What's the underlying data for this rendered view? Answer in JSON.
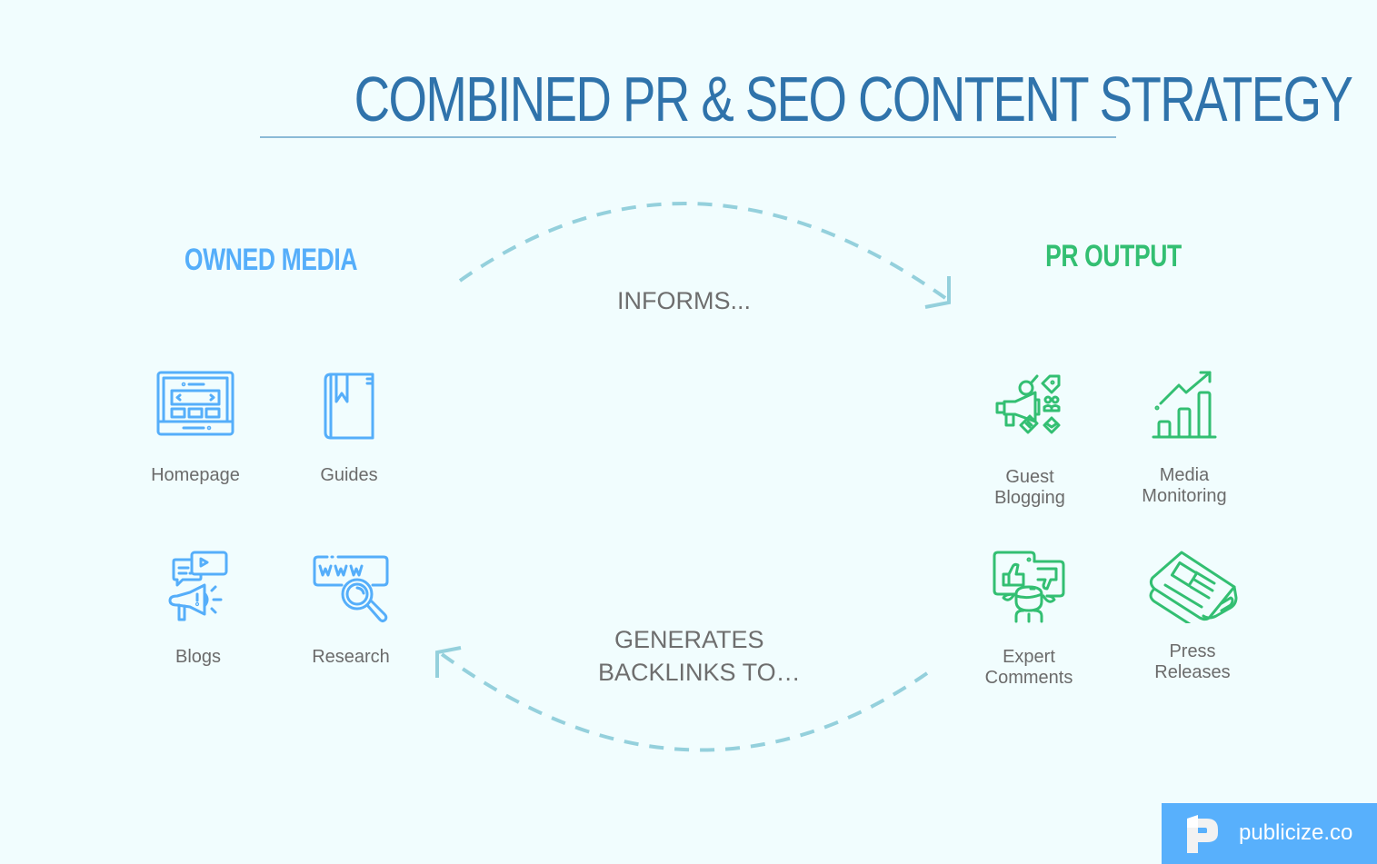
{
  "title": "COMBINED PR & SEO CONTENT STRATEGY",
  "colors": {
    "background": "#f1fdfe",
    "title": "#2f73ab",
    "owned_media": "#55aefa",
    "pr_output": "#33bf72",
    "arrow": "#94d0dc",
    "label_text": "#6e6e6e",
    "logo_bg": "#58b0fc"
  },
  "owned_media": {
    "heading": "OWNED MEDIA",
    "items": [
      {
        "label": "Homepage",
        "icon": "website-layout-icon"
      },
      {
        "label": "Guides",
        "icon": "book-bookmark-icon"
      },
      {
        "label": "Blogs",
        "icon": "megaphone-video-chat-icon"
      },
      {
        "label": "Research",
        "icon": "www-search-icon"
      }
    ]
  },
  "pr_output": {
    "heading": "PR OUTPUT",
    "items": [
      {
        "label_line1": "Guest",
        "label_line2": "Blogging",
        "icon": "megaphone-marketing-icon"
      },
      {
        "label_line1": "Media",
        "label_line2": "Monitoring",
        "icon": "growth-chart-icon"
      },
      {
        "label_line1": "Expert",
        "label_line2": "Comments",
        "icon": "person-feedback-icon"
      },
      {
        "label_line1": "Press",
        "label_line2": "Releases",
        "icon": "newspaper-icon"
      }
    ]
  },
  "flows": {
    "top": "INFORMS...",
    "bottom_line1": "GENERATES",
    "bottom_line2": "BACKLINKS TO…"
  },
  "logo": {
    "text": "publicize.co",
    "icon": "publicize-p-icon"
  }
}
